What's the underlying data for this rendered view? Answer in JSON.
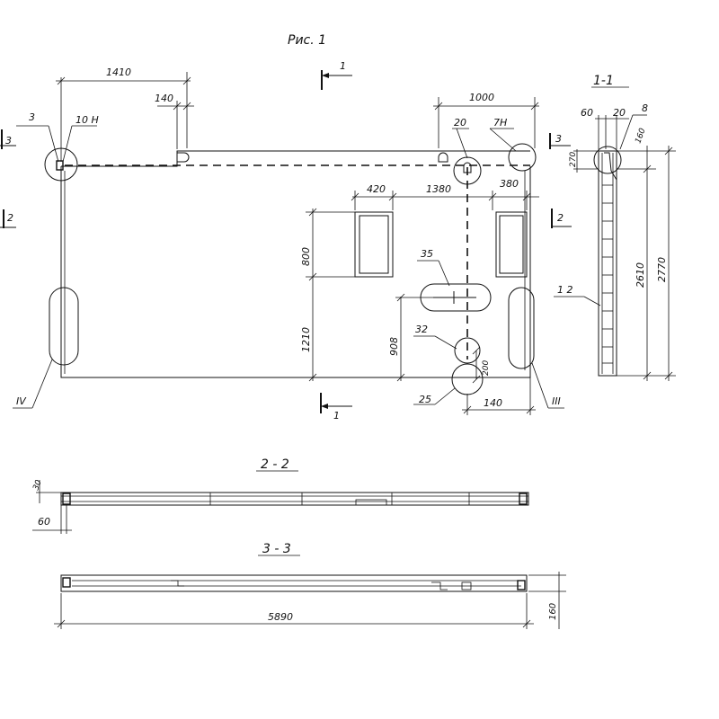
{
  "figure": {
    "title": "Рис. 1"
  },
  "section_marks": {
    "s1": "1",
    "s1_bottom": "1",
    "s2_left": "2",
    "s2_right": "2",
    "s3_left": "3",
    "s3_right": "3"
  },
  "elevation": {
    "dims": {
      "d1410": "1410",
      "d140": "140",
      "d1000": "1000",
      "d20": "20",
      "d7h": "7Н",
      "d10h": "10 Н",
      "d3": "3",
      "d420": "420",
      "d1380": "1380",
      "d380": "380",
      "d800": "800",
      "d1210": "1210",
      "d35": "35",
      "d908": "908",
      "d32": "32",
      "d200": "200",
      "d25": "25",
      "d140b": "140"
    },
    "markers": {
      "iv": "IV",
      "iii": "III"
    }
  },
  "section_1_1": {
    "title": "1-1",
    "dims": {
      "d60": "60",
      "d20": "20",
      "d8": "8",
      "d160": "160",
      "d270": "270",
      "d2610": "2610",
      "d2770": "2770",
      "d12": "1 2"
    }
  },
  "section_2_2": {
    "title": "2 - 2",
    "dims": {
      "d30": "30",
      "d60": "60"
    }
  },
  "section_3_3": {
    "title": "3 - 3",
    "dims": {
      "d5890": "5890",
      "d160": "160"
    }
  }
}
